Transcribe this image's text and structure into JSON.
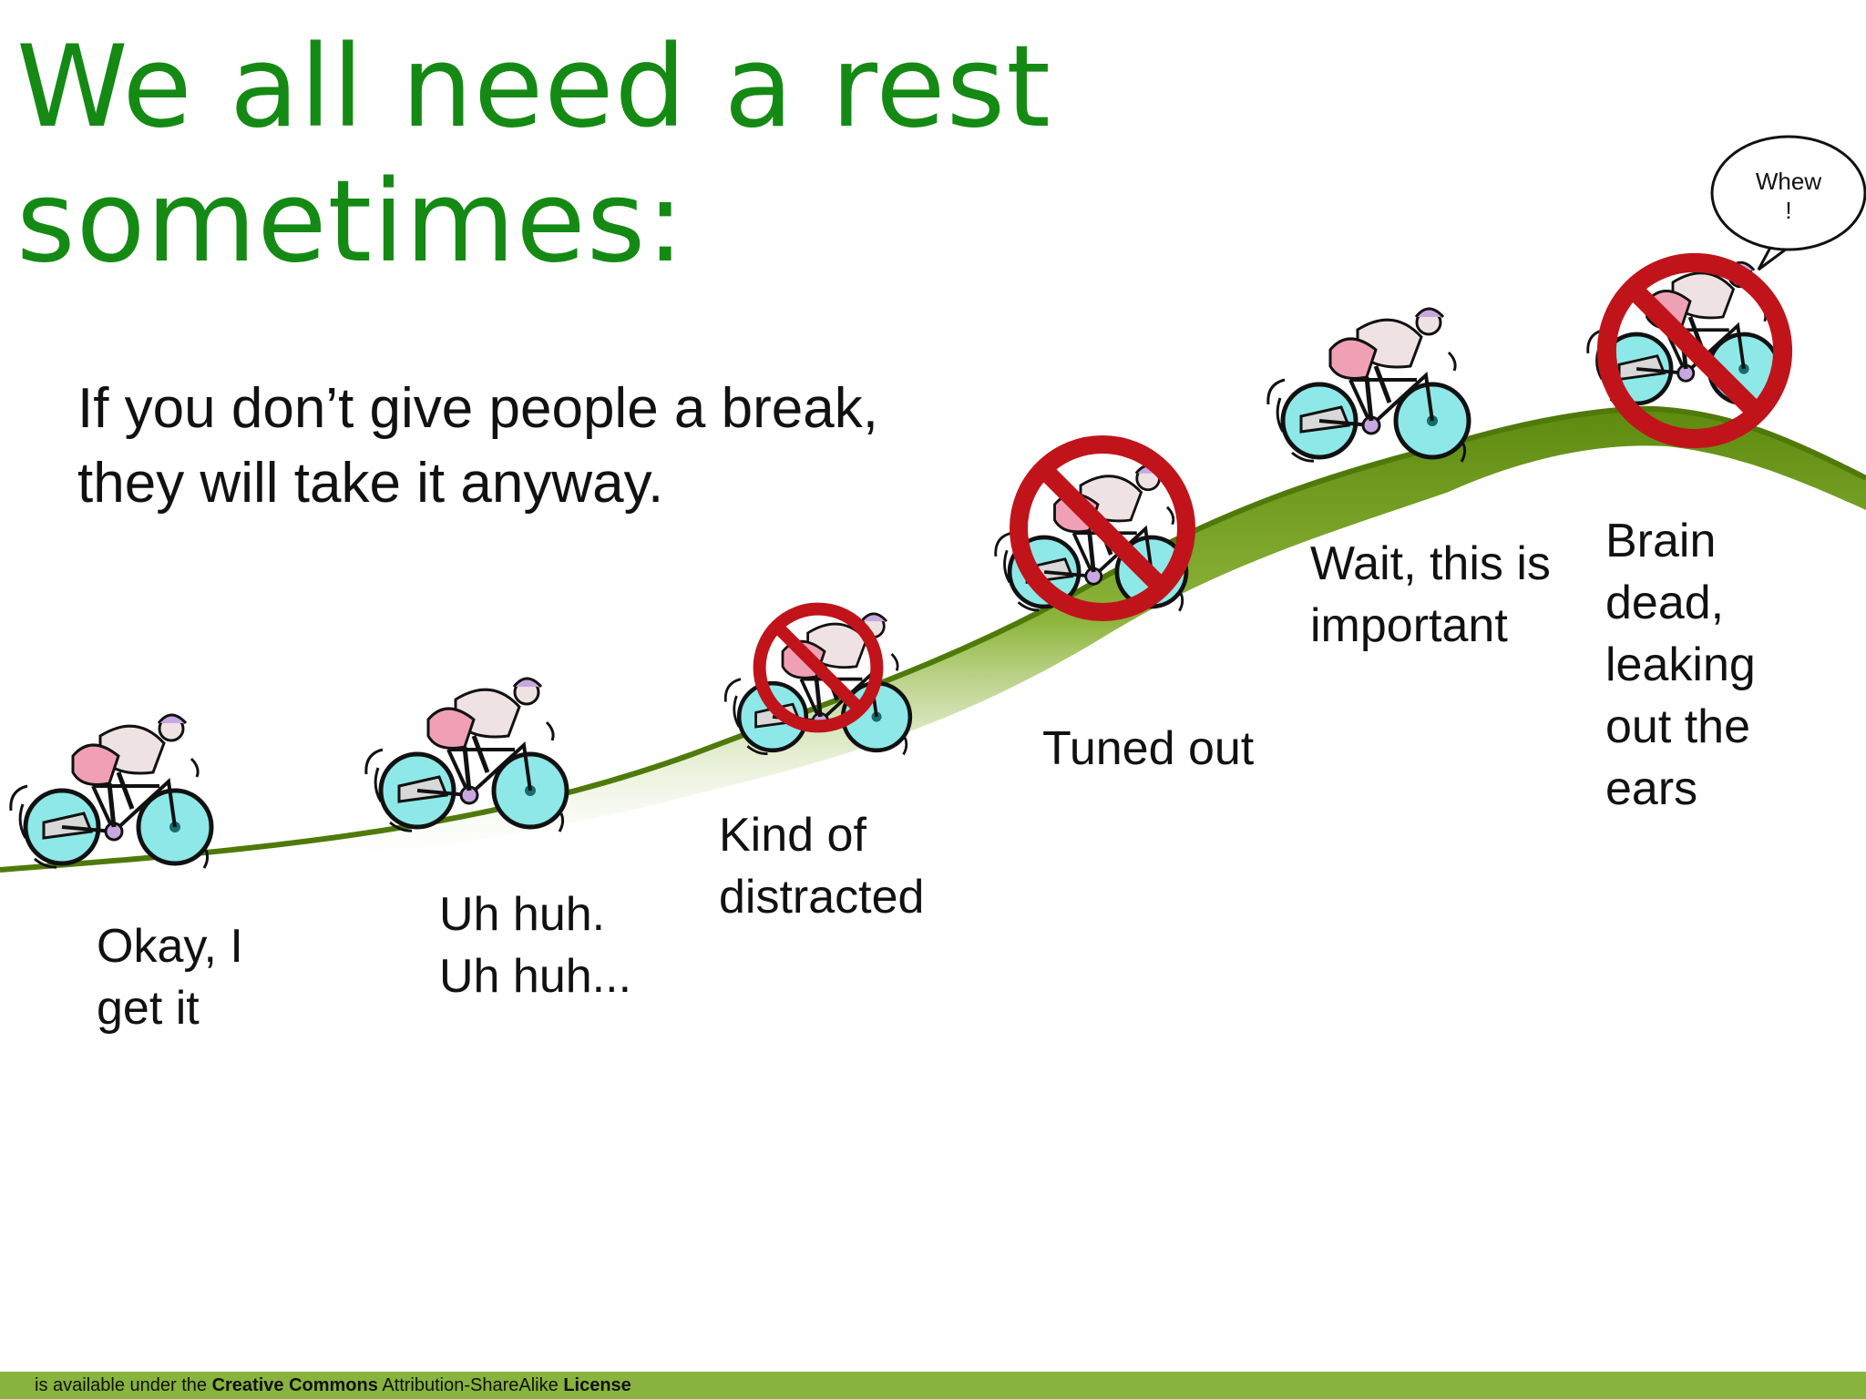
{
  "title": {
    "line1": "We all need a rest",
    "line2": "sometimes:"
  },
  "subtitle": {
    "line1": "If you don’t give people a break,",
    "line2": "they will take it anyway."
  },
  "speech_bubble": {
    "line1": "Whew",
    "line2": "!"
  },
  "stages": [
    {
      "lines": [
        "Okay, I",
        "get it"
      ],
      "prohibited": false
    },
    {
      "lines": [
        "Uh huh.",
        "Uh huh..."
      ],
      "prohibited": false
    },
    {
      "lines": [
        "Kind of",
        "distracted"
      ],
      "prohibited": true
    },
    {
      "lines": [
        "Tuned out"
      ],
      "prohibited": true
    },
    {
      "lines": [
        "Wait, this is",
        "important"
      ],
      "prohibited": false
    },
    {
      "lines": [
        "Brain",
        "dead,",
        "leaking",
        "out the",
        "ears"
      ],
      "prohibited": true
    }
  ],
  "footer": {
    "part1": "is available under the",
    "part2": "Creative Commons",
    "part3": "Attribution-ShareAlike",
    "part4": "License"
  },
  "colors": {
    "title": "#148a14",
    "hill": "#6f9b1a",
    "wheel": "#8ee8e8",
    "prohibit": "#c0141a",
    "footer_bar": "#88b33e"
  }
}
